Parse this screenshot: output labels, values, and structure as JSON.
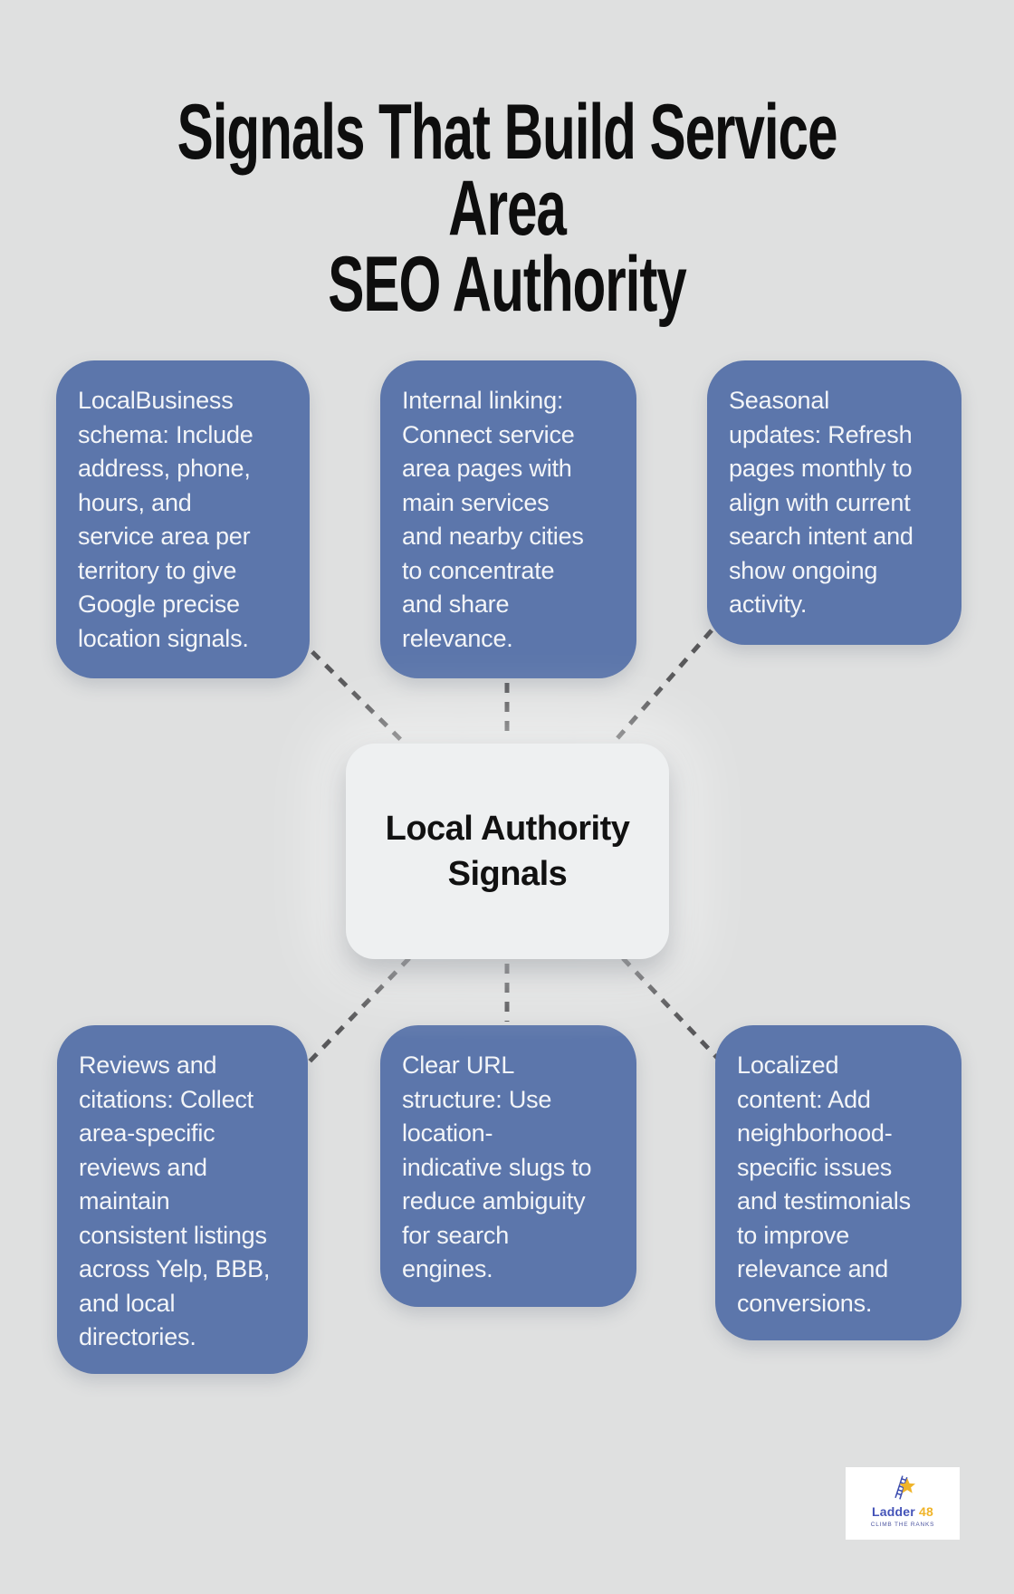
{
  "title": "Signals That Build Service Area\nSEO Authority",
  "center_node": {
    "label": "Local Authority\nSignals"
  },
  "cards": [
    {
      "id": "localbusiness-schema",
      "text": "LocalBusiness\nschema: Include\naddress, phone,\nhours, and\nservice area per\nterritory to give\nGoogle precise\nlocation signals."
    },
    {
      "id": "internal-linking",
      "text": "Internal linking:\nConnect service\narea pages with\nmain services\nand nearby cities\nto concentrate\nand share\nrelevance."
    },
    {
      "id": "seasonal-updates",
      "text": "Seasonal\nupdates: Refresh\npages monthly to\nalign with current\nsearch intent and\nshow ongoing\nactivity."
    },
    {
      "id": "reviews-and-citations",
      "text": "Reviews and\ncitations: Collect\narea-specific\nreviews and\nmaintain\nconsistent listings\nacross Yelp, BBB,\nand local\ndirectories."
    },
    {
      "id": "clear-url-structure",
      "text": "Clear URL\nstructure: Use\nlocation-\nindicative slugs to\nreduce ambiguity\nfor search\nengines."
    },
    {
      "id": "localized-content",
      "text": "Localized\ncontent: Add\nneighborhood-\nspecific issues\nand testimonials\nto improve\nrelevance and\nconversions."
    }
  ],
  "logo": {
    "brand": "Ladder",
    "number": "48",
    "tagline": "CLIMB THE RANKS"
  },
  "colors": {
    "background": "#dfe0e0",
    "card_fill": "#5c76ab",
    "card_text": "#f3f5f8",
    "center_fill": "#eef0f1",
    "center_text": "#111111",
    "connector": "#58585a",
    "title_text": "#0e0e0e",
    "logo_blue": "#4453b8",
    "logo_gold": "#f0b429"
  }
}
